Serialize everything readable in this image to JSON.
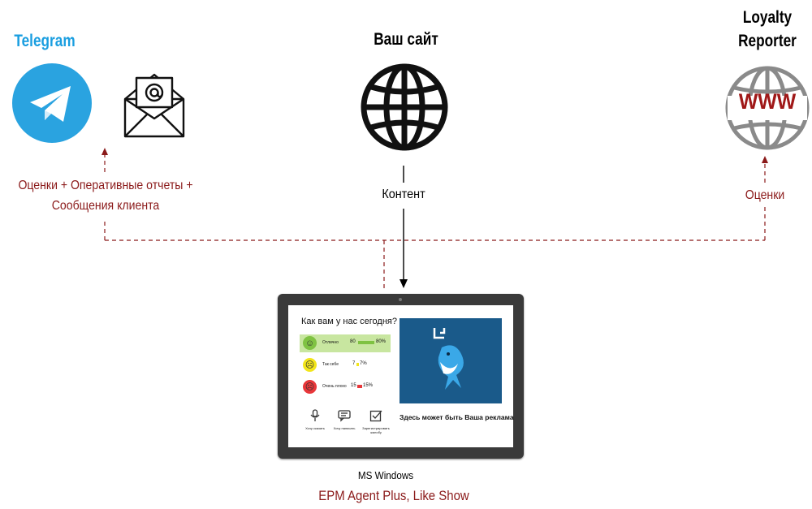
{
  "nodes": {
    "telegram": {
      "title": "Telegram",
      "title_color": "#1a9ee0"
    },
    "website": {
      "title": "Ваш сайт"
    },
    "loyalty": {
      "title_line1": "Loyalty",
      "title_line2": "Reporter",
      "www_text": "WWW"
    }
  },
  "edges": {
    "left_label_line1": "Оценки + Оперативные отчеты +",
    "left_label_line2": "Сообщения клиента",
    "right_label": "Оценки",
    "content_label": "Контент"
  },
  "device": {
    "os_label": "MS Windows",
    "product_label": "EPM Agent Plus, Like Show",
    "screen": {
      "question": "Как вам у нас сегодня?",
      "options": [
        {
          "label": "Отлично",
          "count": "80",
          "percent": "80%",
          "color": "#7fc242",
          "face": "☺"
        },
        {
          "label": "Так себе",
          "count": "7",
          "percent": "7%",
          "color": "#f2e51a",
          "face": "☹"
        },
        {
          "label": "Очень плохо",
          "count": "15",
          "percent": "15%",
          "color": "#e8373a",
          "face": "☹"
        }
      ],
      "actions": [
        {
          "label": "Хочу сказать"
        },
        {
          "label": "Хочу написать"
        },
        {
          "label_line1": "Зарегистрировать",
          "label_line2": "жалобу"
        }
      ],
      "ad_caption": "Здесь может быть Ваша реклама"
    }
  },
  "colors": {
    "dashed_red": "#8b1a1a",
    "highlight_green": "#c8e6a0",
    "ad_background": "#1a5a8a"
  }
}
